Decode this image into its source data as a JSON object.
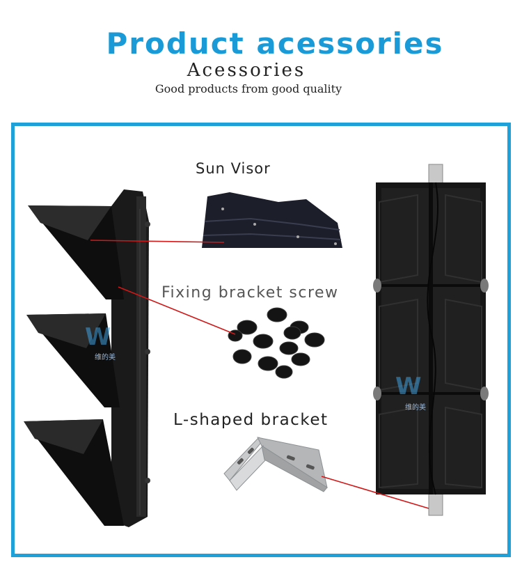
{
  "header": {
    "title": "Product acessories",
    "subtitle": "Acessories",
    "tagline": "Good products from good quality"
  },
  "callouts": {
    "sun_visor": "Sun Visor",
    "fixing_bracket_screw": "Fixing bracket screw",
    "l_shaped_bracket": "L-shaped bracket"
  },
  "watermark": {
    "text": "维的美",
    "icon": "w-logo-icon"
  },
  "colors": {
    "accent": "#1ea0d8",
    "title": "#1a9ad6",
    "leader_line": "#d01818",
    "product_black": "#141414"
  }
}
